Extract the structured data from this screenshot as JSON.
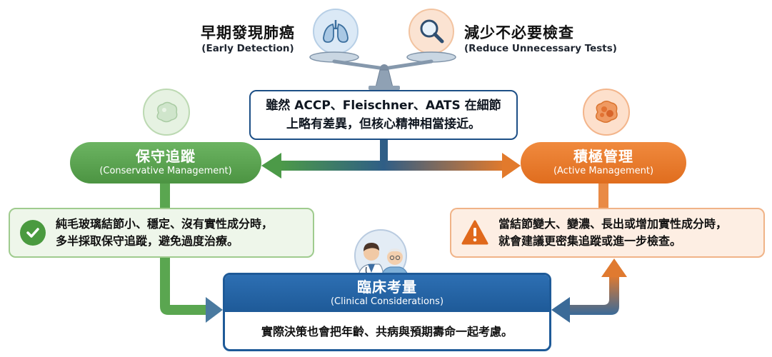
{
  "goals": {
    "left": {
      "zh": "早期發現肺癌",
      "en": "(Early Detection)",
      "icon": "lungs-icon"
    },
    "right": {
      "zh": "減少不必要檢查",
      "en": "(Reduce Unnecessary Tests)",
      "icon": "magnifier-icon"
    }
  },
  "balance_icon": "scale-icon",
  "note": {
    "line1": "雖然 ACCP、Fleischner、AATS 在細節",
    "line2": "上略有差異，但核心精神相當接近。"
  },
  "conservative": {
    "zh": "保守追蹤",
    "en": "(Conservative Management)",
    "condition_line1": "純毛玻璃結節小、穩定、沒有實性成分時，",
    "condition_line2": "多半採取保守追蹤，避免過度治療。",
    "icon": "ground-glass-nodule-icon",
    "badge_icon": "check-icon"
  },
  "active": {
    "zh": "積極管理",
    "en": "(Active Management)",
    "condition_line1": "當結節變大、變濃、長出或增加實性成分時，",
    "condition_line2": "就會建議更密集追蹤或進一步檢查。",
    "icon": "solid-nodule-icon",
    "badge_icon": "warning-icon"
  },
  "clinical": {
    "zh": "臨床考量",
    "en": "(Clinical Considerations)",
    "body": "實際決策也會把年齡、共病與預期壽命一起考慮。",
    "icon": "doctor-and-patient-icon"
  },
  "colors": {
    "green": "#4c9442",
    "orange": "#e06d1e",
    "blue": "#1e5a98",
    "navy": "#1d4f86"
  }
}
